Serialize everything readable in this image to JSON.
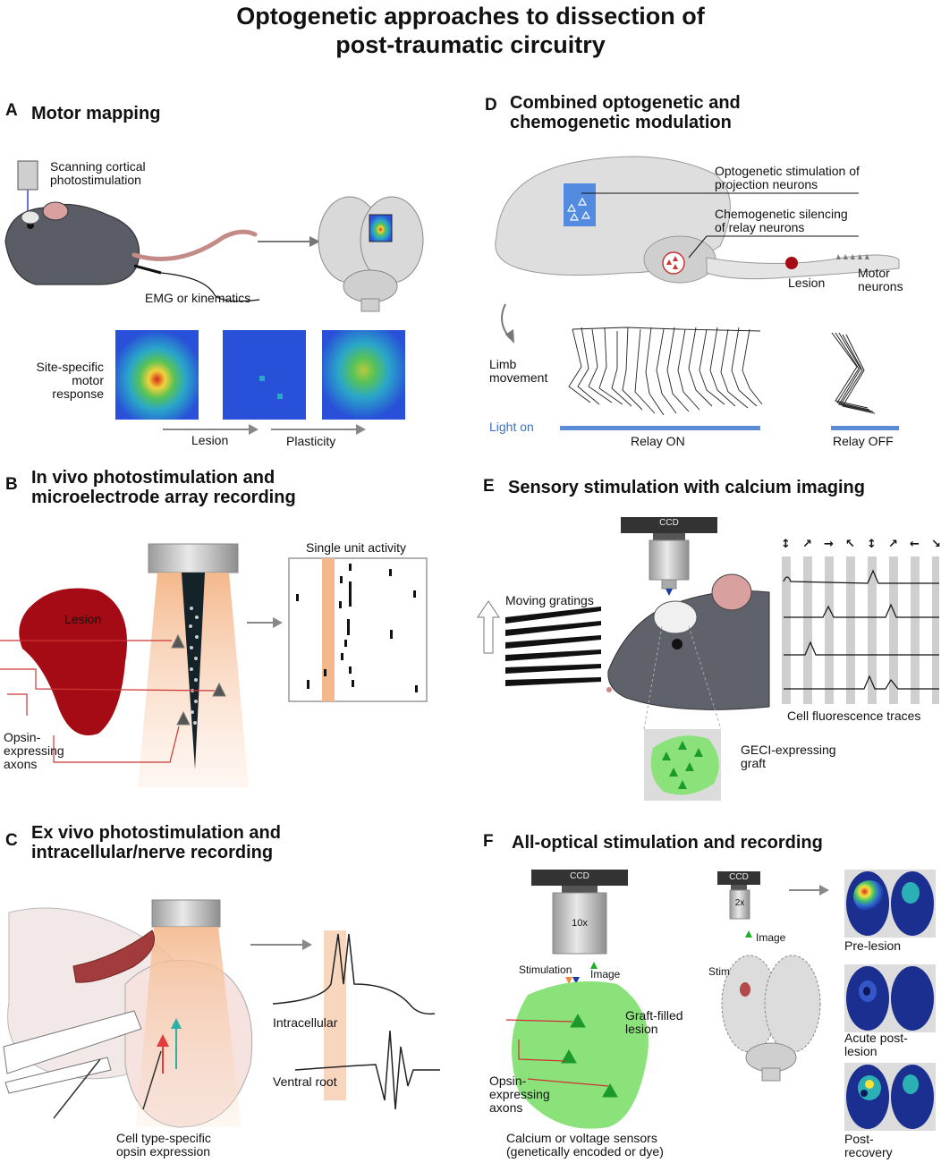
{
  "title_line1": "Optogenetic approaches to dissection of",
  "title_line2": "post-traumatic circuitry",
  "colors": {
    "heat_blue": "#2850d8",
    "opsin_light": "#f6c9a4",
    "lesion": "#a40b14",
    "graft": "#8be27a",
    "bar_blue": "#5b8ad6",
    "light_on_text": "#3b73c4"
  },
  "panelA": {
    "letter": "A",
    "title": "Motor mapping",
    "scan_label_1": "Scanning cortical",
    "scan_label_2": "photostimulation",
    "emg_label": "EMG or kinematics",
    "response_label_1": "Site-specific",
    "response_label_2": "motor response",
    "arrow1": "Lesion",
    "arrow2": "Plasticity"
  },
  "panelB": {
    "letter": "B",
    "title_1": "In vivo photostimulation and",
    "title_2": "microelectrode array recording",
    "lesion": "Lesion",
    "axons_1": "Opsin-",
    "axons_2": "expressing",
    "axons_3": "axons",
    "raster_title": "Single unit activity"
  },
  "panelC": {
    "letter": "C",
    "title_1": "Ex vivo photostimulation and",
    "title_2": "intracellular/nerve recording",
    "trace1": "Intracellular",
    "trace2": "Ventral root",
    "caption_1": "Cell type-specific",
    "caption_2": "opsin expression"
  },
  "panelD": {
    "letter": "D",
    "title_1": "Combined optogenetic and",
    "title_2": "chemogenetic modulation",
    "opto_1": "Optogenetic stimulation of",
    "opto_2": "projection neurons",
    "chemo_1": "Chemogenetic  silencing",
    "chemo_2": "of relay neurons",
    "lesion": "Lesion",
    "motor_1": "Motor",
    "motor_2": "neurons",
    "limb_1": "Limb",
    "limb_2": "movement",
    "light_on": "Light on",
    "relay_on": "Relay ON",
    "relay_off": "Relay OFF"
  },
  "panelE": {
    "letter": "E",
    "title": "Sensory stimulation with calcium imaging",
    "ccd": "CCD",
    "gratings": "Moving gratings",
    "traces": "Cell fluorescence traces",
    "graft_1": "GECI-expressing",
    "graft_2": "graft"
  },
  "panelF": {
    "letter": "F",
    "title": "All-optical stimulation and recording",
    "ccd1": "CCD",
    "mag1": "10x",
    "ccd2": "CCD",
    "mag2": "2x",
    "stimulation": "Stimulation",
    "image1": "Image",
    "image2": "Image",
    "stim": "Stim",
    "graft_1": "Graft-filled",
    "graft_2": "lesion",
    "axons_1": "Opsin-",
    "axons_2": "expressing",
    "axons_3": "axons",
    "caption_1": "Calcium or voltage sensors",
    "caption_2": "(genetically encoded or dye)",
    "state1": "Pre-lesion",
    "state2_1": "Acute post-",
    "state2_2": "lesion",
    "state3_1": "Post-",
    "state3_2": "recovery"
  }
}
